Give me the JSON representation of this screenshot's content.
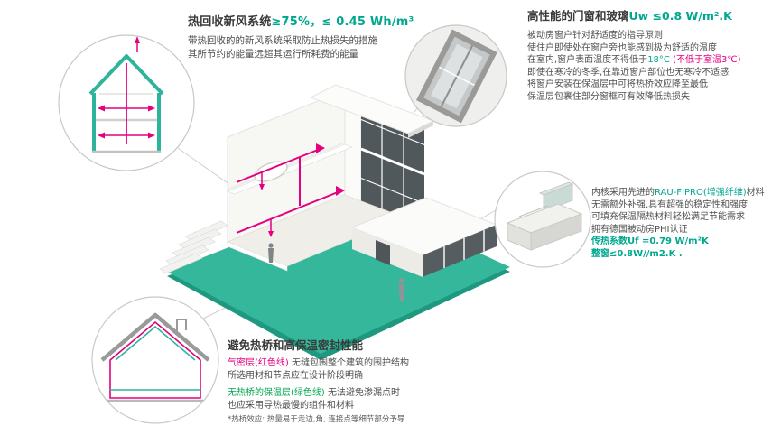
{
  "colors": {
    "teal_accent": "#00A78E",
    "magenta_accent": "#E4007F",
    "green_accent": "#00A651",
    "platform_teal": "#35B79B"
  },
  "ventilation": {
    "title_black": "热回收新风系统",
    "title_teal": "≥75%，≤ 0.45 Wh/m³",
    "desc1": "带热回收的的新风系统采取防止热损失的措施",
    "desc2": "其所节约的能量远超其运行所耗费的能量"
  },
  "windows": {
    "title_black": "高性能的门窗和玻璃",
    "title_teal": "Uw ≤0.8 W/m².K",
    "line1": "被动房窗户针对舒适度的指导原则",
    "line2": "使住户即使处在窗户旁也能感到极为舒适的温度",
    "line3_a": "在室内,窗户表面温度不得低于",
    "line3_teal": "18°C",
    "line3_red": " (不低于室温3℃)",
    "line4": "即使在寒冷的冬季,在靠近窗户部位也无寒冷不适感",
    "line5": "将窗户安装在保温层中可将热桥效应降至最低",
    "line6": "保温层包裹住部分窗框可有效降低热损失"
  },
  "frame": {
    "line1_a": "内核采用先进的",
    "line1_teal": "RAU-FIPRO(增强纤维)",
    "line1_b": "材料",
    "line2": "无需额外补强,具有超强的稳定性和强度",
    "line3": "可填充保温隔热材料轻松满足节能需求",
    "line4": "拥有德国被动房PHI认证",
    "line5": "传热系数Uf =0.79 W/m²K",
    "line6": "整窗≤0.8W//m2.K ."
  },
  "thermal": {
    "title": "避免热桥和高保温密封性能",
    "airtight_label": "气密层(红色线)",
    "airtight_text": " 无缝包围整个建筑的围护结构",
    "line2": "所选用材和节点应在设计阶段明确",
    "bridge_label": "无热桥的保温层(绿色线)",
    "bridge_text": " 无法避免渗漏点时",
    "line4": "也应采用导热最慢的组件和材料",
    "footnote": "*热桥效应: 热量易于走边,角, 连接点等细节部分予导"
  }
}
